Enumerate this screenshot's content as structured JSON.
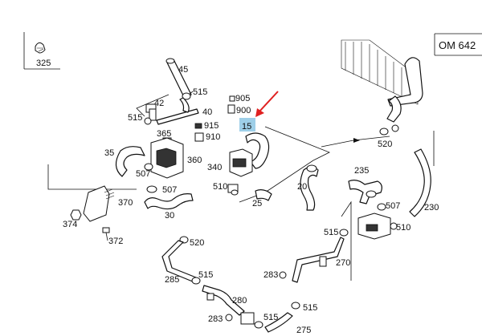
{
  "engine_code": "OM 642",
  "highlight_label": "15",
  "labels": {
    "p325": "325",
    "p45": "45",
    "p515a": "515",
    "p42": "42",
    "p40": "40",
    "p905": "905",
    "p900": "900",
    "p515b": "515",
    "p915": "915",
    "p365": "365",
    "p910": "910",
    "p35": "35",
    "p360": "360",
    "p507a": "507",
    "p507b": "507",
    "p340": "340",
    "p510a": "510",
    "p25": "25",
    "p20": "20",
    "p30": "30",
    "p370": "370",
    "p374": "374",
    "p372": "372",
    "p520a": "520",
    "p520b": "520",
    "p235": "235",
    "p507c": "507",
    "p230": "230",
    "p515c": "515",
    "p510b": "510",
    "p270": "270",
    "p285": "285",
    "p515d": "515",
    "p283a": "283",
    "p280": "280",
    "p515e": "515",
    "p515f": "515",
    "p283b": "283",
    "p275": "275"
  },
  "colors": {
    "highlight": "#9ecfe8",
    "arrow": "#e02020"
  }
}
